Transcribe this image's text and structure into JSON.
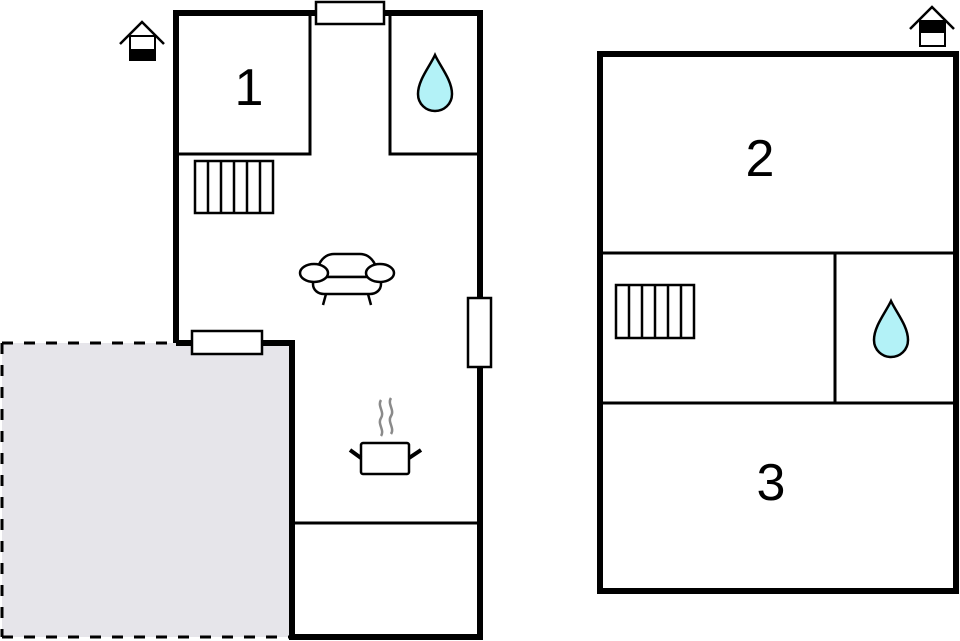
{
  "floor_plan": {
    "colors": {
      "wall": "#000000",
      "background": "#ffffff",
      "terrace_fill": "#e6e5ea",
      "water_drop": "#b3f2f7",
      "steam": "#8a8a8a"
    },
    "ground_floor": {
      "floor_icon": "house-icon-ground-floor",
      "rooms": [
        {
          "id": "room-1",
          "label": "1",
          "type": "bedroom"
        },
        {
          "id": "bathroom",
          "label": "",
          "icon": "water-drop-icon"
        },
        {
          "id": "living",
          "label": "",
          "icons": [
            "staircase-icon",
            "armchair-icon"
          ]
        },
        {
          "id": "kitchen",
          "label": "",
          "icon": "cooking-pot-icon"
        },
        {
          "id": "utility",
          "label": ""
        },
        {
          "id": "terrace",
          "label": "",
          "style": "dashed-outline"
        }
      ],
      "windows": 3
    },
    "upper_floor": {
      "floor_icon": "house-icon-upper-floor",
      "rooms": [
        {
          "id": "room-2",
          "label": "2",
          "type": "bedroom"
        },
        {
          "id": "landing",
          "label": "",
          "icon": "staircase-icon"
        },
        {
          "id": "bathroom",
          "label": "",
          "icon": "water-drop-icon"
        },
        {
          "id": "room-3",
          "label": "3",
          "type": "bedroom"
        }
      ]
    }
  }
}
